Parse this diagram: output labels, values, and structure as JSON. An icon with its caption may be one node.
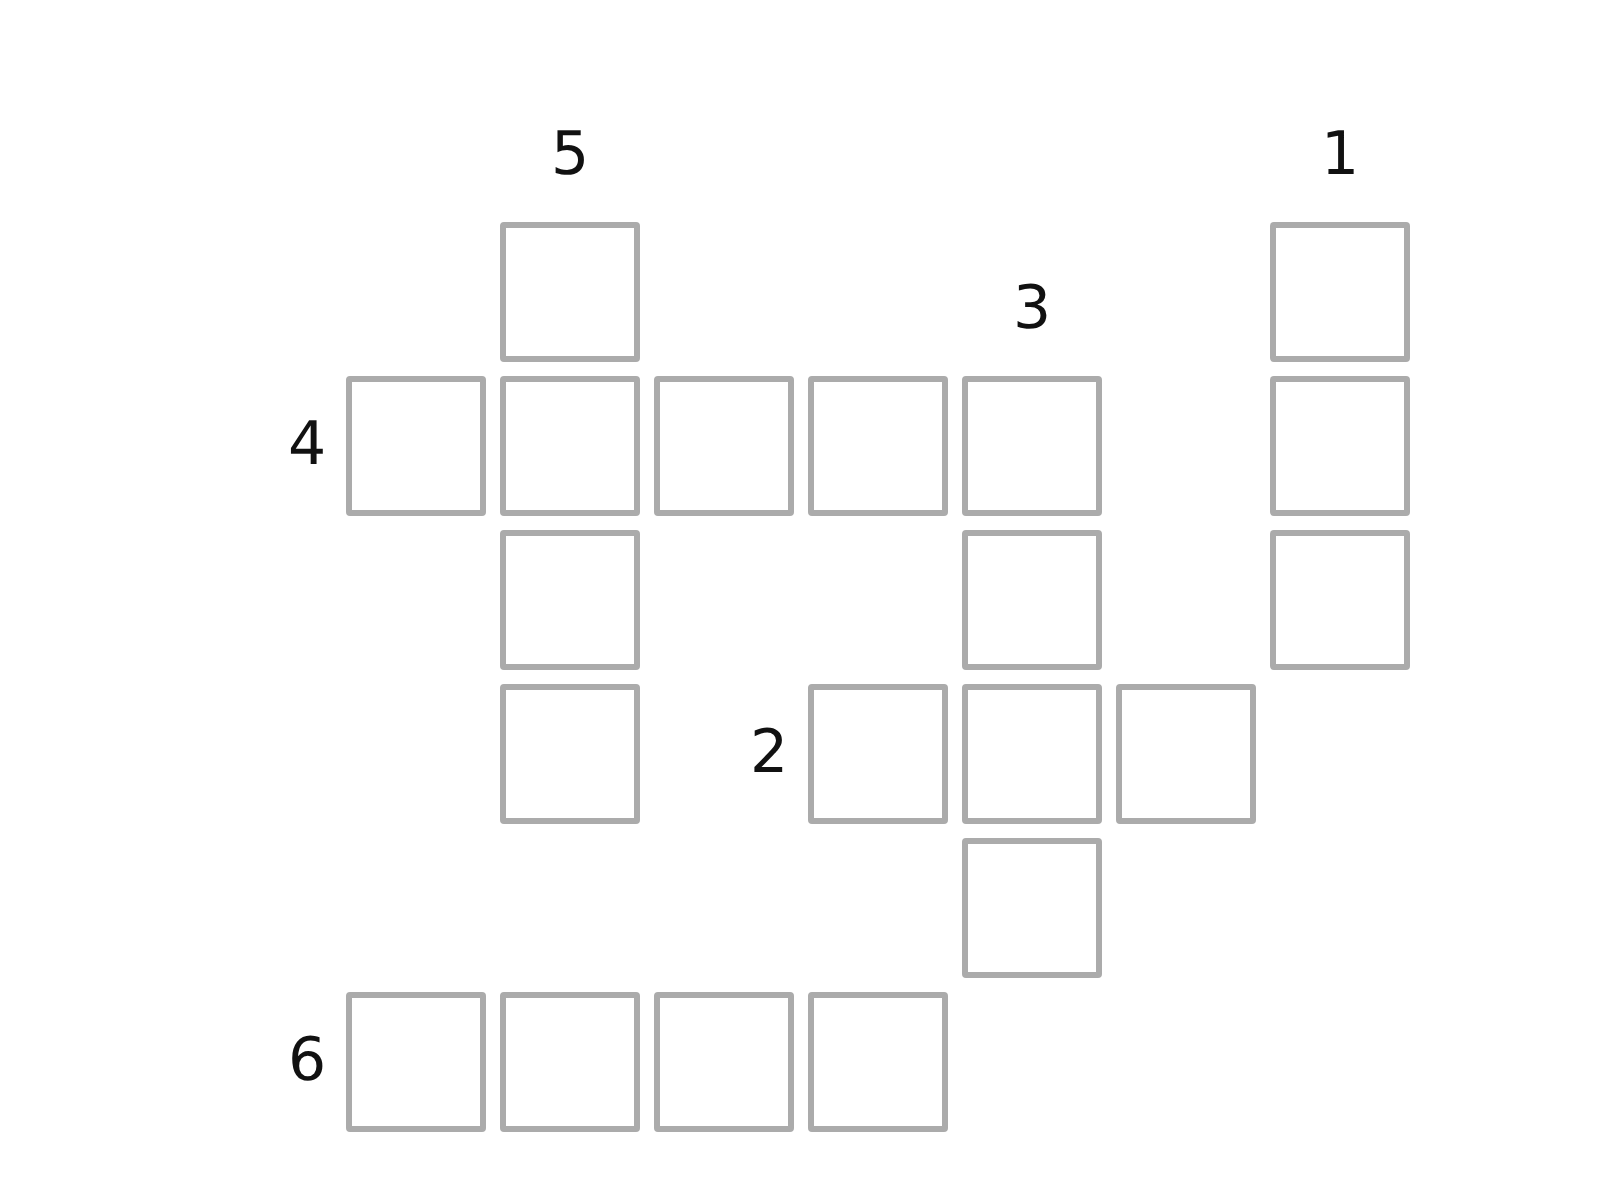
{
  "diagram": {
    "nodes": [
      {
        "text": [],
        "shape": "box",
        "beside": [
          "5"
        ]
      },
      {
        "text": [],
        "shape": "box",
        "beside": [
          "1"
        ]
      },
      {
        "text": [],
        "shape": "box",
        "beside": [
          "4"
        ]
      },
      {
        "text": [],
        "shape": "box"
      },
      {
        "text": [],
        "shape": "box"
      },
      {
        "text": [],
        "shape": "box"
      },
      {
        "text": [],
        "shape": "box",
        "beside": [
          "3"
        ]
      },
      {
        "text": [],
        "shape": "box"
      },
      {
        "text": [],
        "shape": "box"
      },
      {
        "text": [],
        "shape": "box"
      },
      {
        "text": [],
        "shape": "box"
      },
      {
        "text": [],
        "shape": "box"
      },
      {
        "text": [],
        "shape": "box",
        "beside": [
          "2"
        ]
      },
      {
        "text": [],
        "shape": "box"
      },
      {
        "text": [],
        "shape": "box"
      },
      {
        "text": [],
        "shape": "box"
      },
      {
        "text": [],
        "shape": "box",
        "beside": [
          "6"
        ]
      },
      {
        "text": [],
        "shape": "box"
      },
      {
        "text": [],
        "shape": "box"
      },
      {
        "text": [],
        "shape": "box"
      }
    ]
  }
}
